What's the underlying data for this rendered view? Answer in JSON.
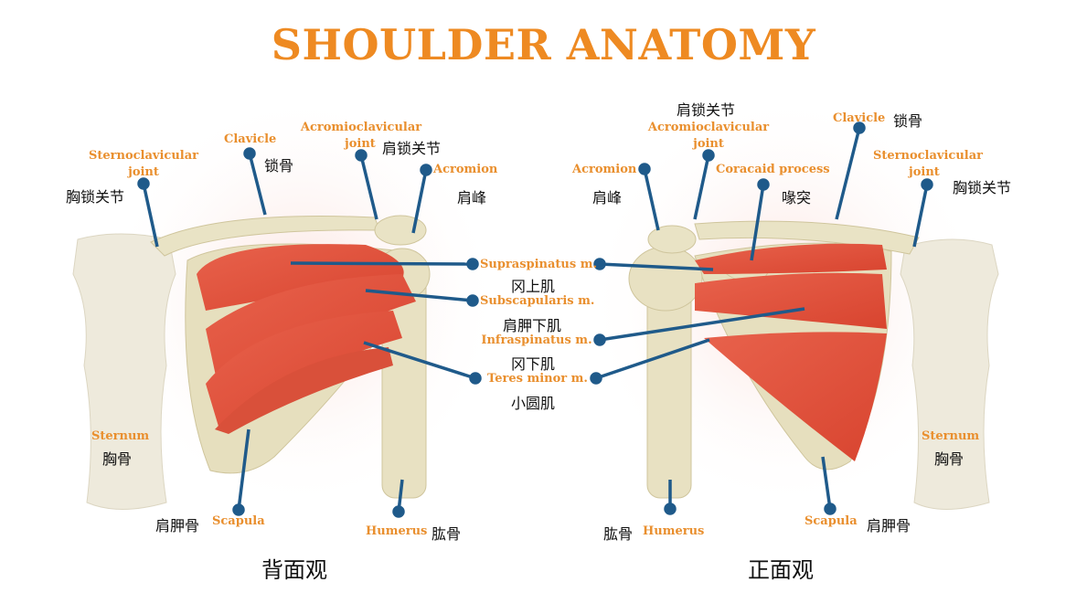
{
  "title": "SHOULDER ANATOMY",
  "colors": {
    "accent": "#ee8a22",
    "leader": "#1f5a8a",
    "muscle": "#e05a44",
    "bone": "#ebe5c8"
  },
  "back_view": {
    "caption": "背面观",
    "sternoclavicular": {
      "en1": "Sternoclavicular",
      "en2": "joint",
      "zh": "胸锁关节"
    },
    "clavicle": {
      "en": "Clavicle",
      "zh": "锁骨"
    },
    "acromioclavicular": {
      "en1": "Acromioclavicular",
      "en2": "joint",
      "zh": "肩锁关节"
    },
    "acromion": {
      "en": "Acromion",
      "zh": "肩峰"
    },
    "sternum": {
      "en": "Sternum",
      "zh": "胸骨"
    },
    "scapula": {
      "en": "Scapula",
      "zh": "肩胛骨"
    },
    "humerus": {
      "en": "Humerus",
      "zh": "肱骨"
    }
  },
  "muscles": [
    {
      "en": "Supraspinatus m.",
      "zh": "冈上肌"
    },
    {
      "en": "Subscapularis m.",
      "zh": "肩胛下肌"
    },
    {
      "en": "Infraspinatus m.",
      "zh": "冈下肌"
    },
    {
      "en": "Teres minor m.",
      "zh": "小圆肌"
    }
  ],
  "front_view": {
    "caption": "正面观",
    "acromioclavicular": {
      "en1": "Acromioclavicular",
      "en2": "joint",
      "zh": "肩锁关节"
    },
    "acromion": {
      "en": "Acromion",
      "zh": "肩峰"
    },
    "coracoid": {
      "en": "Coracaid process",
      "zh": "喙突"
    },
    "clavicle": {
      "en": "Clavicle",
      "zh": "锁骨"
    },
    "sternoclavicular": {
      "en1": "Sternoclavicular",
      "en2": "joint",
      "zh": "胸锁关节"
    },
    "sternum": {
      "en": "Sternum",
      "zh": "胸骨"
    },
    "scapula": {
      "en": "Scapula",
      "zh": "肩胛骨"
    },
    "humerus": {
      "en": "Humerus",
      "zh": "肱骨"
    }
  }
}
